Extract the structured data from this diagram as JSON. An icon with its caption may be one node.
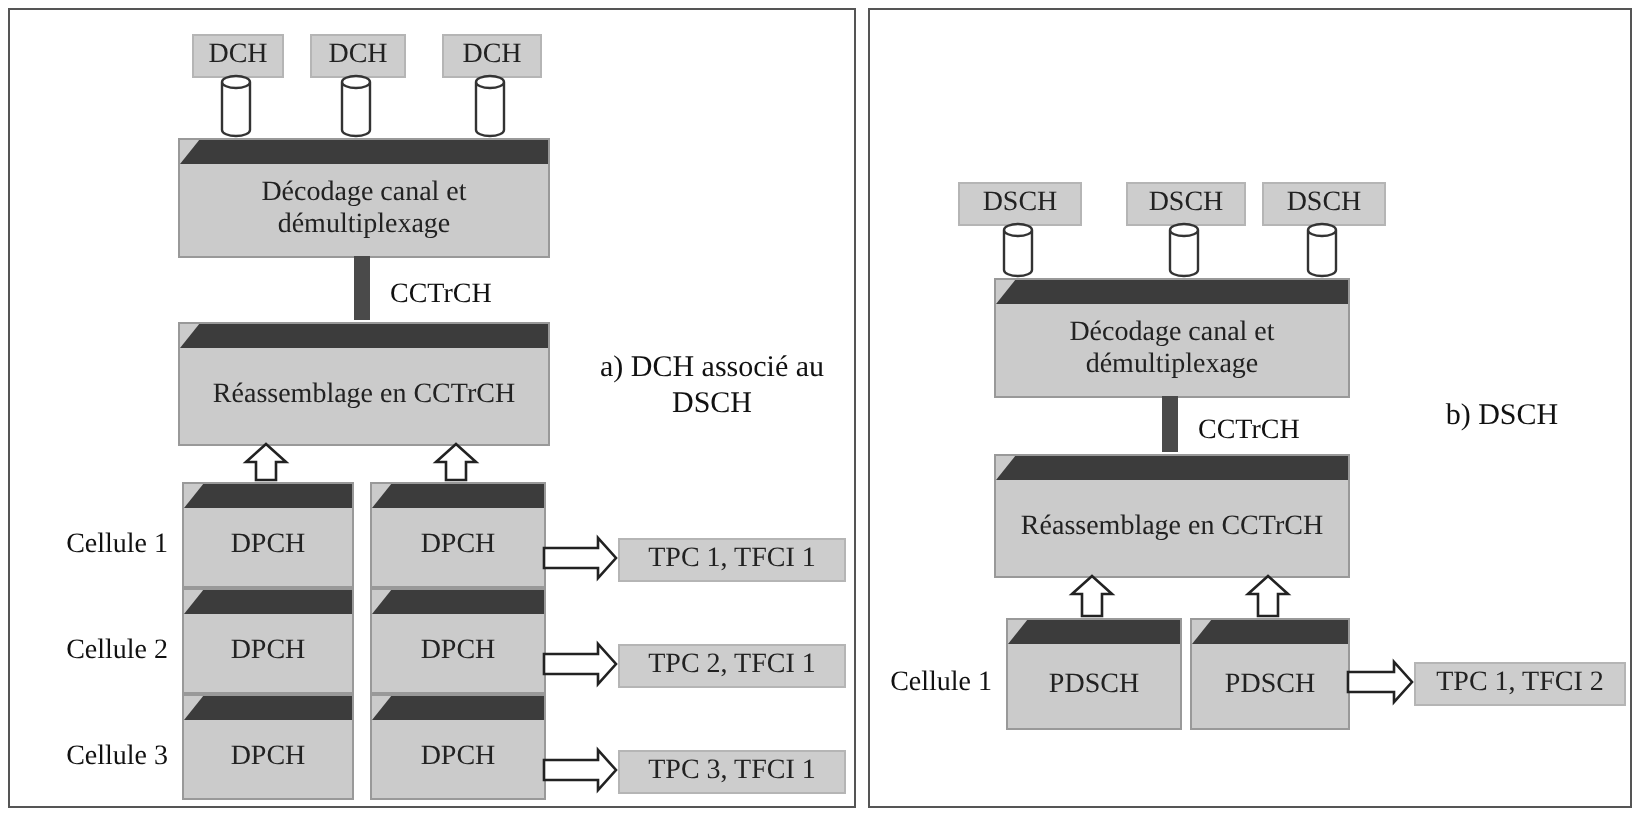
{
  "diagram": {
    "nodes": [
      {
        "text": [
          "a) DCH associé au DSCH"
        ]
      },
      {
        "text": [
          "DCH"
        ],
        "in": 0
      },
      {
        "text": [
          "DCH"
        ],
        "in": 0
      },
      {
        "text": [
          "DCH"
        ],
        "in": 0
      },
      {
        "text": [
          "Décodage canal et démultiplexage"
        ],
        "in": 0
      },
      {
        "text": [
          "Réassemblage en CCTrCH"
        ],
        "in": 0
      },
      {
        "text": [
          "DPCH"
        ],
        "in": 0,
        "beside": [
          "Cellule 1"
        ]
      },
      {
        "text": [
          "DPCH"
        ],
        "in": 0
      },
      {
        "text": [
          "TPC 1, TFCI 1"
        ],
        "in": 0
      },
      {
        "text": [
          "DPCH"
        ],
        "in": 0,
        "beside": [
          "Cellule 2"
        ]
      },
      {
        "text": [
          "DPCH"
        ],
        "in": 0
      },
      {
        "text": [
          "TPC 2, TFCI 1"
        ],
        "in": 0
      },
      {
        "text": [
          "DPCH"
        ],
        "in": 0,
        "beside": [
          "Cellule 3"
        ]
      },
      {
        "text": [
          "DPCH"
        ],
        "in": 0
      },
      {
        "text": [
          "TPC 3, TFCI 1"
        ],
        "in": 0
      },
      {
        "text": [
          "b) DSCH"
        ]
      },
      {
        "text": [
          "DSCH"
        ],
        "in": 15
      },
      {
        "text": [
          "DSCH"
        ],
        "in": 15
      },
      {
        "text": [
          "DSCH"
        ],
        "in": 15
      },
      {
        "text": [
          "Décodage canal et démultiplexage"
        ],
        "in": 15
      },
      {
        "text": [
          "Réassemblage en CCTrCH"
        ],
        "in": 15
      },
      {
        "text": [
          "PDSCH"
        ],
        "in": 15,
        "beside": [
          "Cellule 1"
        ]
      },
      {
        "text": [
          "PDSCH"
        ],
        "in": 15
      },
      {
        "text": [
          "TPC 1, TFCI 2"
        ],
        "in": 15
      }
    ],
    "edges": [
      {
        "from": 1,
        "to": 4,
        "arrow": "none",
        "style": "thick"
      },
      {
        "from": 2,
        "to": 4,
        "arrow": "none",
        "style": "thick"
      },
      {
        "from": 3,
        "to": 4,
        "arrow": "none",
        "style": "thick"
      },
      {
        "from": 4,
        "to": 5,
        "arrow": "none",
        "color": "#4a4a4a",
        "label": "CCTrCH"
      },
      {
        "from": 6,
        "to": 5,
        "arrow": "to"
      },
      {
        "from": 7,
        "to": 5,
        "arrow": "to"
      },
      {
        "from": 7,
        "to": 8,
        "arrow": "to"
      },
      {
        "from": 10,
        "to": 11,
        "arrow": "to"
      },
      {
        "from": 13,
        "to": 14,
        "arrow": "to"
      },
      {
        "from": 16,
        "to": 19,
        "arrow": "none",
        "style": "thick"
      },
      {
        "from": 17,
        "to": 19,
        "arrow": "none",
        "style": "thick"
      },
      {
        "from": 18,
        "to": 19,
        "arrow": "none",
        "style": "thick"
      },
      {
        "from": 19,
        "to": 20,
        "arrow": "none",
        "color": "#4a4a4a",
        "label": "CCTrCH"
      },
      {
        "from": 21,
        "to": 20,
        "arrow": "to"
      },
      {
        "from": 22,
        "to": 20,
        "arrow": "to"
      },
      {
        "from": 22,
        "to": 23,
        "arrow": "to"
      }
    ]
  }
}
